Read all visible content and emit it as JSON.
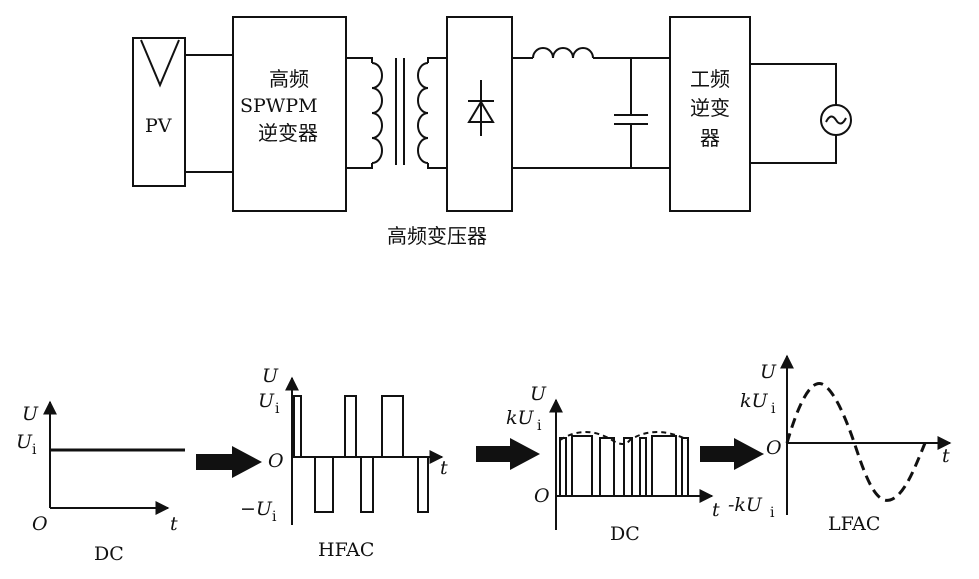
{
  "circuit": {
    "pv_label": "PV",
    "hf_inverter_line1": "高频",
    "hf_inverter_line2": "SPWPM",
    "hf_inverter_line3": "逆变器",
    "lf_inverter_line1": "工频",
    "lf_inverter_line2": "逆变",
    "lf_inverter_line3": "器",
    "transformer_caption": "高频变压器"
  },
  "waveforms": {
    "dc_in": {
      "y_axis": "U",
      "level": "U",
      "level_sub": "i",
      "origin": "O",
      "x_axis": "t",
      "caption": "DC"
    },
    "hfac": {
      "y_axis": "U",
      "top": "U",
      "top_sub": "i",
      "bottom": "−U",
      "bottom_sub": "i",
      "origin": "O",
      "x_axis": "t",
      "caption": "HFAC"
    },
    "dc_rect": {
      "y_axis": "U",
      "level": "kU",
      "level_sub": "i",
      "origin": "O",
      "x_axis": "t",
      "caption": "DC"
    },
    "lfac": {
      "y_axis": "U",
      "top": "kU",
      "top_sub": "i",
      "bottom": "-kU",
      "bottom_sub": "i",
      "origin": "O",
      "x_axis": "t",
      "caption": "LFAC"
    }
  }
}
